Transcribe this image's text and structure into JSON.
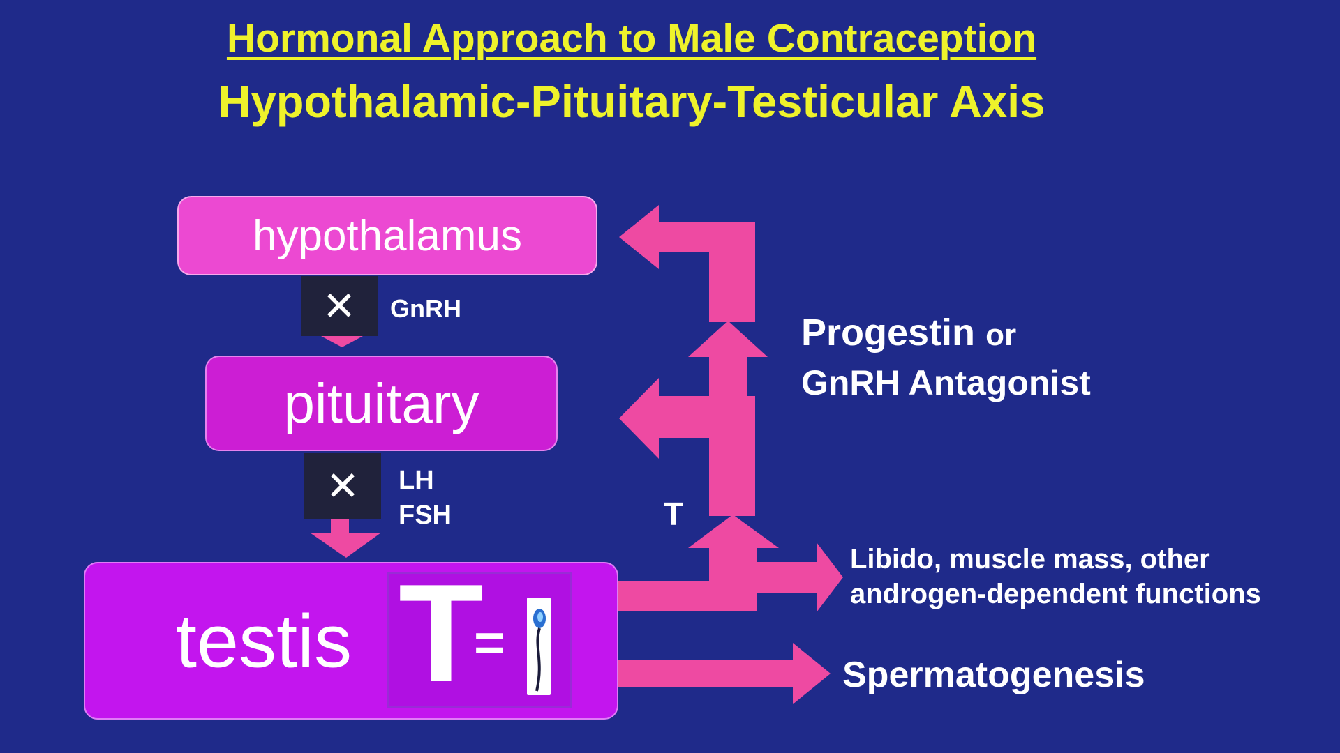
{
  "title": "Hormonal Approach to Male Contraception",
  "subtitle": "Hypothalamic-Pituitary-Testicular Axis",
  "nodes": {
    "hypothalamus": "hypothalamus",
    "pituitary": "pituitary",
    "testis": "testis"
  },
  "blocker_symbol": "✕",
  "hormones": {
    "gnrh": "GnRH",
    "lh": "LH",
    "fsh": "FSH",
    "t": "T"
  },
  "testis_inner": {
    "letter": "T",
    "equals": "="
  },
  "intervention": {
    "line1_main": "Progestin",
    "line1_or": "or",
    "line2": "GnRH Antagonist"
  },
  "effects": {
    "libido_line1": "Libido, muscle mass, other",
    "libido_line2": "androgen-dependent functions",
    "spermatogenesis": "Spermatogenesis"
  },
  "colors": {
    "background": "#1f2a8a",
    "title": "#eef22b",
    "arrow": "#ee4aa2",
    "hypothalamus": "#ec49d2",
    "pituitary": "#cc1ed4",
    "testis": "#c315ee",
    "blocker": "#20223b"
  }
}
